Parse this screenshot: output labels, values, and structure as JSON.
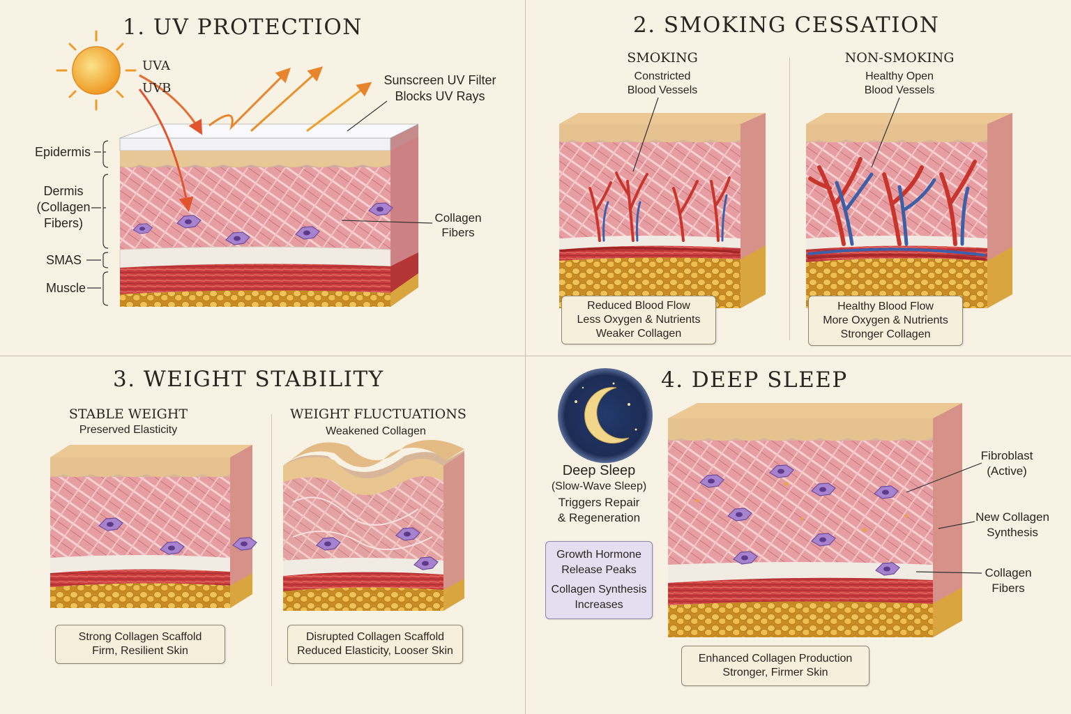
{
  "panels": {
    "uv": {
      "title": "1. UV PROTECTION",
      "uva": "UVA",
      "uvb": "UVB",
      "sunscreen": [
        "Sunscreen UV Filter",
        "Blocks UV Rays"
      ],
      "epidermis": "Epidermis",
      "dermis": [
        "Dermis",
        "(Collagen",
        "Fibers)"
      ],
      "smas": "SMAS",
      "muscle": "Muscle",
      "collagen": [
        "Collagen",
        "Fibers"
      ]
    },
    "smoking": {
      "title": "2. SMOKING CESSATION",
      "left_head": "SMOKING",
      "left_sub": [
        "Constricted",
        "Blood Vessels"
      ],
      "right_head": "NON-SMOKING",
      "right_sub": [
        "Healthy Open",
        "Blood Vessels"
      ],
      "left_box": [
        "Reduced Blood Flow",
        "Less Oxygen & Nutrients",
        "Weaker Collagen"
      ],
      "right_box": [
        "Healthy Blood Flow",
        "More Oxygen & Nutrients",
        "Stronger Collagen"
      ]
    },
    "weight": {
      "title": "3. WEIGHT STABILITY",
      "left_head": "STABLE WEIGHT",
      "left_sub": "Preserved Elasticity",
      "right_head": "WEIGHT FLUCTUATIONS",
      "right_sub": "Weakened Collagen",
      "left_box": [
        "Strong Collagen Scaffold",
        "Firm, Resilient Skin"
      ],
      "right_box": [
        "Disrupted Collagen Scaffold",
        "Reduced Elasticity, Looser Skin"
      ]
    },
    "sleep": {
      "title": "4. DEEP SLEEP",
      "deep_sleep": "Deep Sleep",
      "slow_wave": "(Slow-Wave Sleep)",
      "triggers": [
        "Triggers Repair",
        "& Regeneration"
      ],
      "hormone_box": [
        "Growth Hormone",
        "Release Peaks",
        "Collagen Synthesis",
        "Increases"
      ],
      "fibroblast": [
        "Fibroblast",
        "(Active)"
      ],
      "new_collagen": [
        "New Collagen",
        "Synthesis"
      ],
      "collagen": [
        "Collagen",
        "Fibers"
      ],
      "bottom_box": [
        "Enhanced Collagen Production",
        "Stronger, Firmer Skin"
      ]
    }
  },
  "colors": {
    "background": "#f7f2e4",
    "dermis": "#e49a9f",
    "epidermis": "#e9c89a",
    "smas": "#f1ebe4",
    "muscle": "#c73a3a",
    "fat": "#e7b84b",
    "artery": "#c8352c",
    "vein": "#3d5fa8",
    "fibroblast": "#9a73c0",
    "uv_arrow": "#e8782b"
  }
}
